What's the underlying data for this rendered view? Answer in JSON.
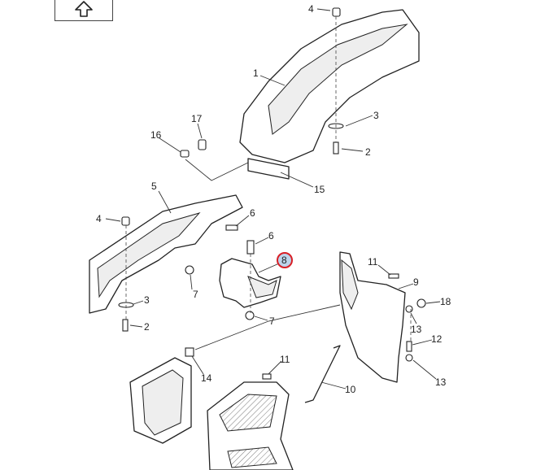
{
  "toolbar": {
    "up_icon": "arrow-up-icon"
  },
  "highlight_color": "#d81f26",
  "callouts": [
    {
      "label": "4"
    },
    {
      "label": "1"
    },
    {
      "label": "3"
    },
    {
      "label": "2"
    },
    {
      "label": "17"
    },
    {
      "label": "16"
    },
    {
      "label": "15"
    },
    {
      "label": "5"
    },
    {
      "label": "4"
    },
    {
      "label": "6"
    },
    {
      "label": "6"
    },
    {
      "label": "8"
    },
    {
      "label": "7"
    },
    {
      "label": "3"
    },
    {
      "label": "2"
    },
    {
      "label": "7"
    },
    {
      "label": "11"
    },
    {
      "label": "9"
    },
    {
      "label": "18"
    },
    {
      "label": "13"
    },
    {
      "label": "12"
    },
    {
      "label": "13"
    },
    {
      "label": "14"
    },
    {
      "label": "11"
    },
    {
      "label": "10"
    }
  ]
}
